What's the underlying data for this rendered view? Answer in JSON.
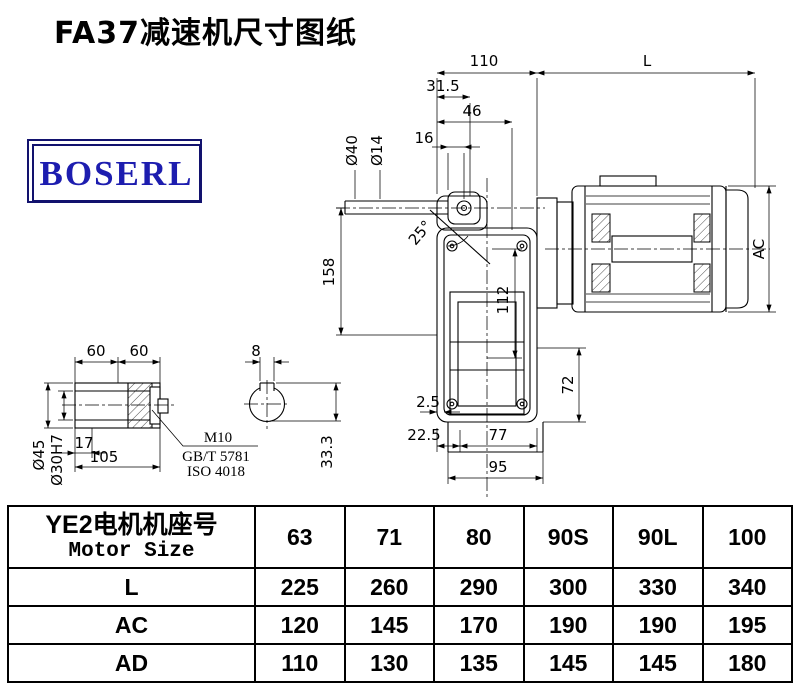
{
  "page": {
    "title": "FA37减速机尺寸图纸",
    "logo_text": "BOSERL"
  },
  "drawing": {
    "main": {
      "d110": "110",
      "dL": "L",
      "d31_5": "31.5",
      "d46": "46",
      "d16": "16",
      "d40": "Ø40",
      "d14": "Ø14",
      "angle": "25°",
      "d158": "158",
      "d112": "112",
      "dAC": "AC",
      "d72": "72",
      "d2_5": "2.5",
      "d22_5": "22.5",
      "d77": "77",
      "d95": "95"
    },
    "shaft": {
      "d60a": "60",
      "d60b": "60",
      "d45": "Ø45",
      "d30": "Ø30H7",
      "d17": "17",
      "d105": "105",
      "bolt": "M10",
      "std1": "GB/T 5781",
      "std2": "ISO 4018"
    },
    "section": {
      "d8": "8",
      "d33_3": "33.3"
    }
  },
  "table": {
    "header_cn": "YE2电机机座号",
    "header_en": "Motor Size",
    "sizes": [
      "63",
      "71",
      "80",
      "90S",
      "90L",
      "100"
    ],
    "rows": [
      {
        "label": "L",
        "values": [
          "225",
          "260",
          "290",
          "300",
          "330",
          "340"
        ]
      },
      {
        "label": "AC",
        "values": [
          "120",
          "145",
          "170",
          "190",
          "190",
          "195"
        ]
      },
      {
        "label": "AD",
        "values": [
          "110",
          "130",
          "135",
          "145",
          "145",
          "180"
        ]
      }
    ]
  }
}
